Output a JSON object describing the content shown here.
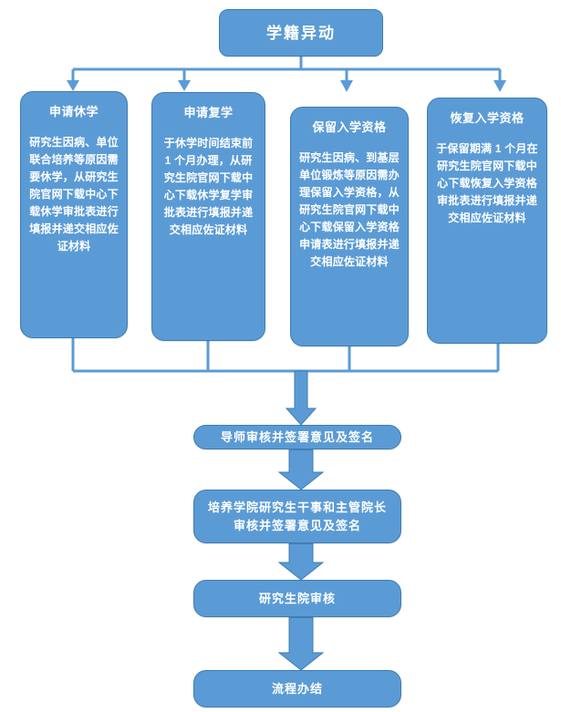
{
  "diagram": {
    "type": "flowchart",
    "title": "学籍异动",
    "colors": {
      "node_fill": "#5B9BD5",
      "node_border": "#3E7CB1",
      "connector": "#5B9BD5",
      "connector_border": "#3E7CB1",
      "text": "#FFFFFF",
      "background": "#FFFFFF"
    },
    "root": {
      "label": "学籍异动"
    },
    "branches": [
      {
        "title": "申请休学",
        "body": "研究生因病、单位联合培养等原因需要休学，从研究生院官网下载中心下载休学审批表进行填报并递交相应佐证材料"
      },
      {
        "title": "申请复学",
        "body": "于休学时间结束前 1 个月办理，从研究生院官网下载中心下载休学复学审批表进行填报并递交相应佐证材料"
      },
      {
        "title": "保留入学资格",
        "body": "研究生因病、到基层单位锻炼等原因需办理保留入学资格，从研究生院官网下载中心下载保留入学资格申请表进行填报并递交相应佐证材料"
      },
      {
        "title": "恢复入学资格",
        "body": "于保留期满 1 个月在研究生院官网下载中心下载恢复入学资格审批表进行填报并递交相应佐证材料"
      }
    ],
    "stages": [
      {
        "label": "导师审核并签署意见及签名"
      },
      {
        "label": "培养学院研究生干事和主管院长审核并签署意见及签名"
      },
      {
        "label": "研究生院审核"
      },
      {
        "label": "流程办结"
      }
    ]
  }
}
